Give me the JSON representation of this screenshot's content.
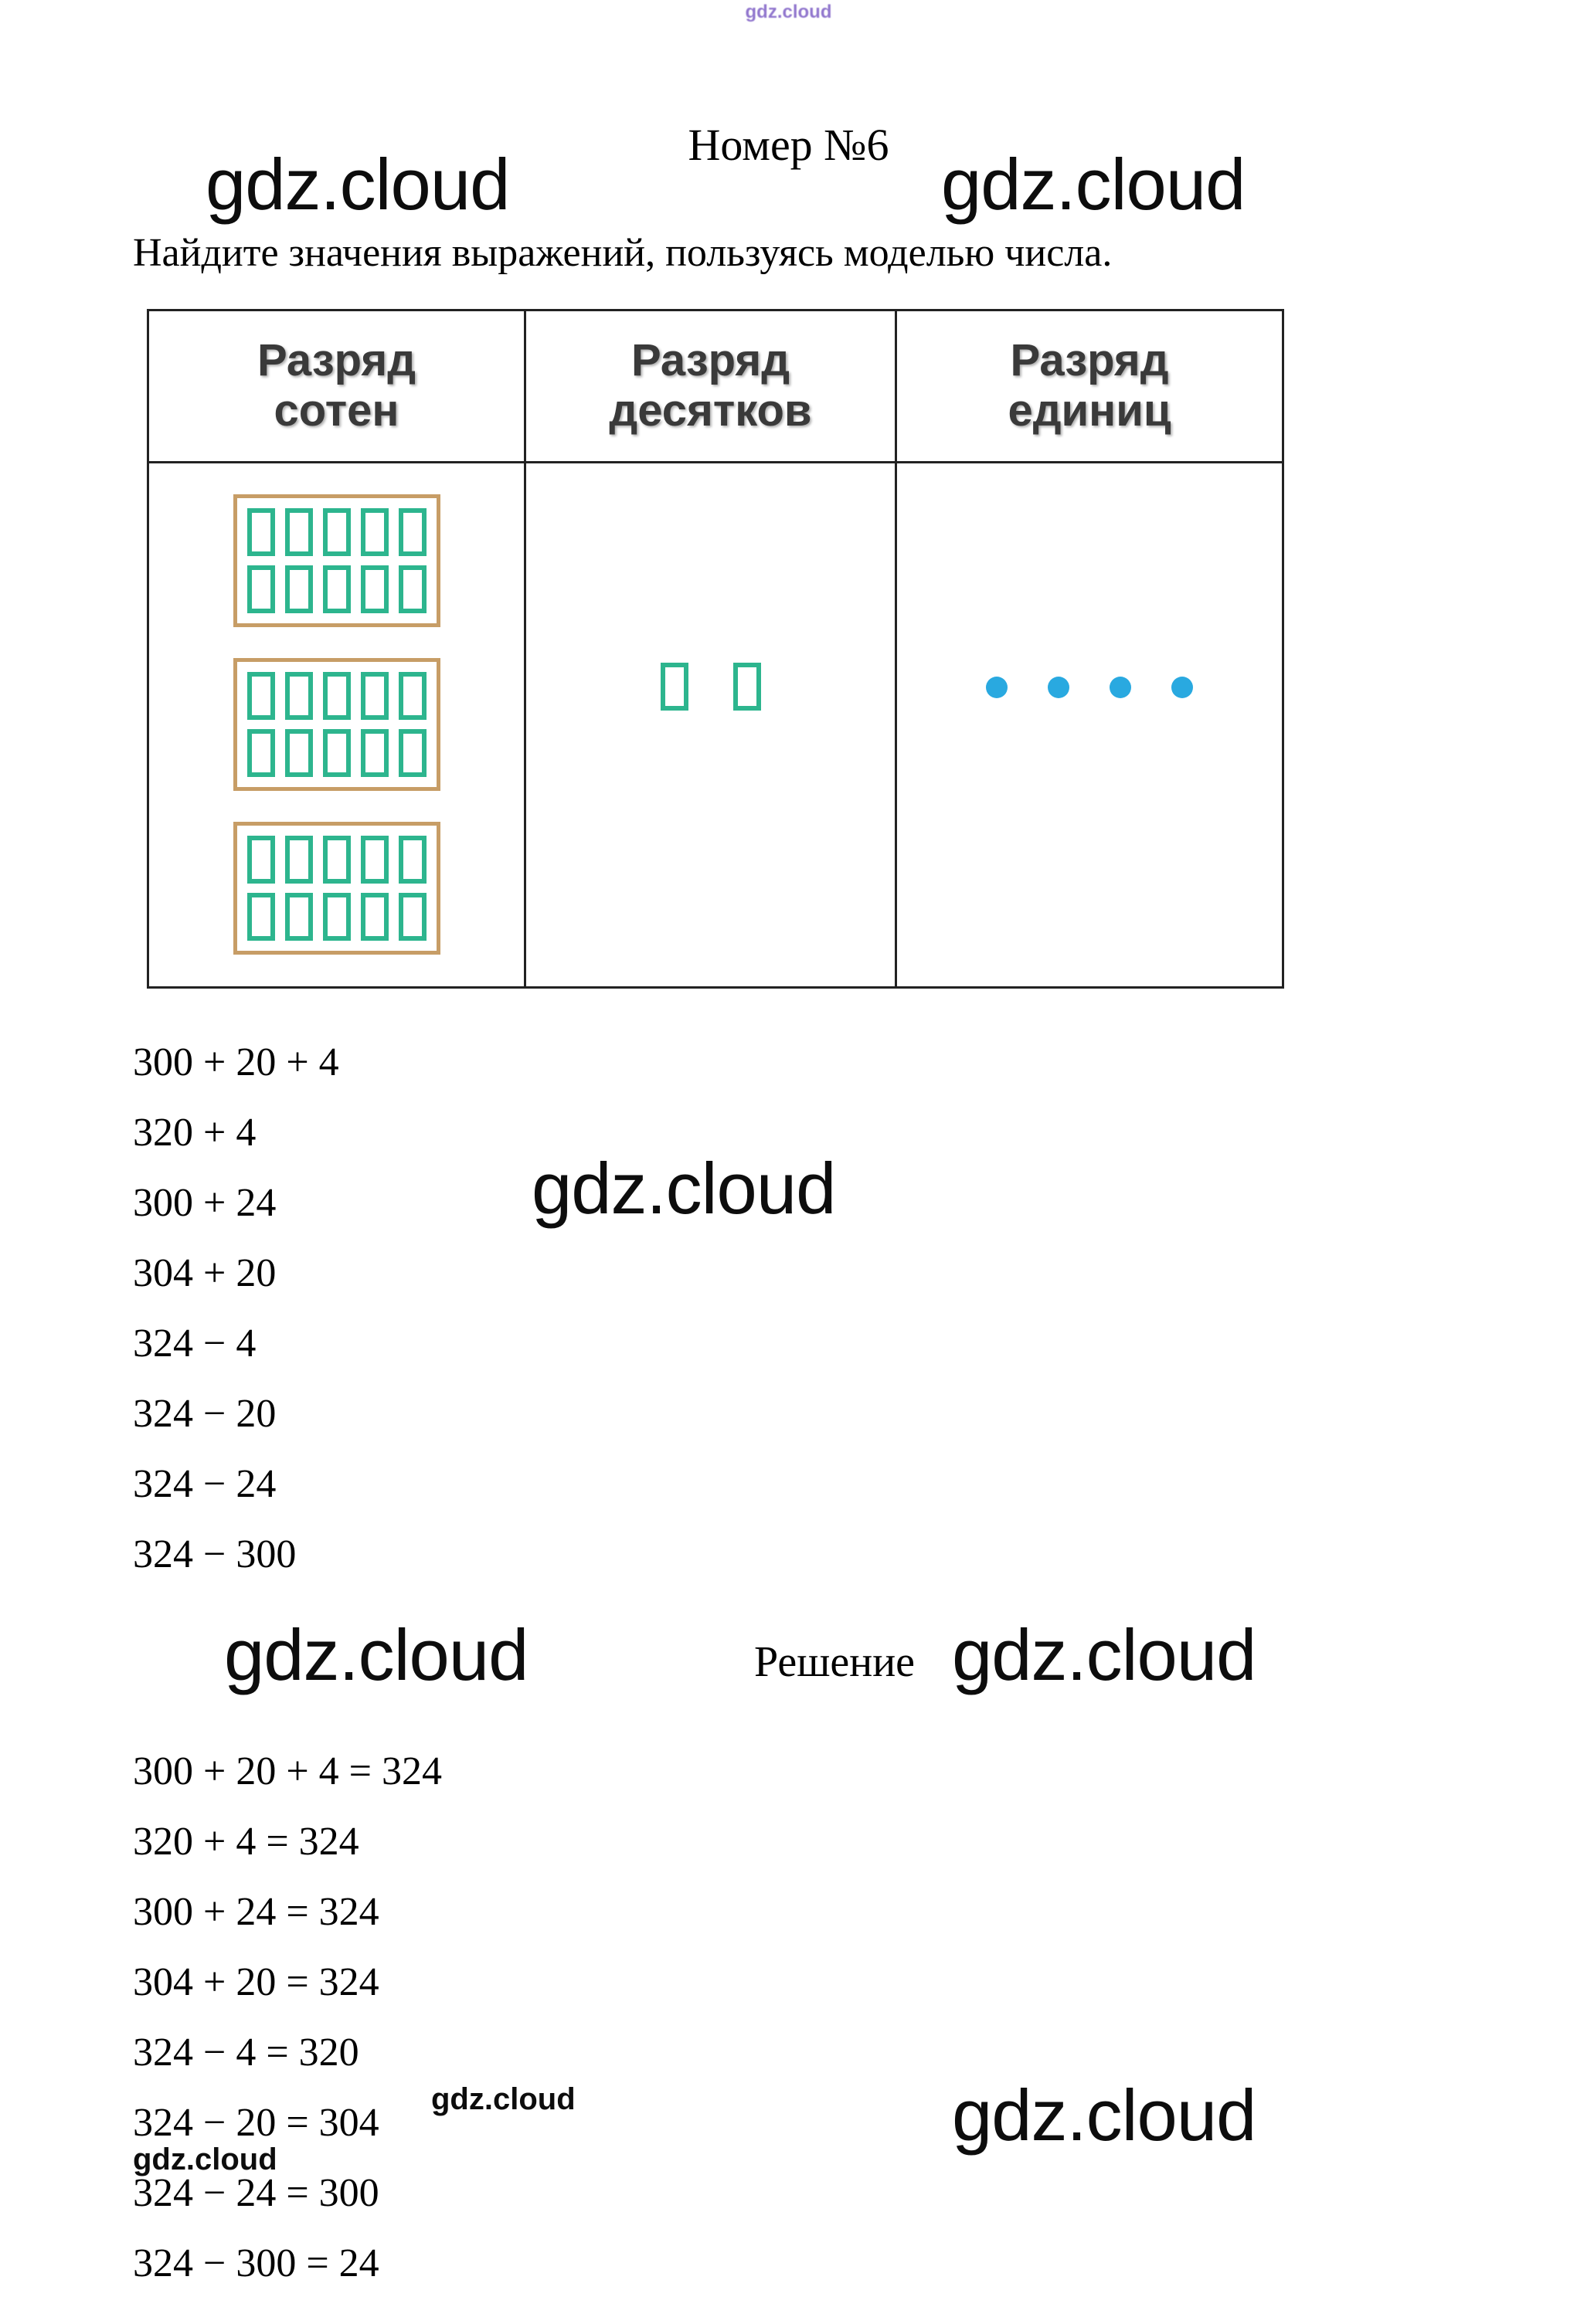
{
  "page": {
    "title": "Номер №6",
    "task": "Найдите значения выражений, пользуясь моделью числа.",
    "solution_heading": "Решение"
  },
  "watermarks": {
    "brand": "gdz.cloud"
  },
  "table": {
    "headers": [
      {
        "line1": "Разряд",
        "line2": "сотен"
      },
      {
        "line1": "Разряд",
        "line2": "десятков"
      },
      {
        "line1": "Разряд",
        "line2": "единиц"
      }
    ]
  },
  "model": {
    "hundreds_blocks": 3,
    "cells_per_block_rows": 2,
    "cells_per_block_cols": 5,
    "tens": 2,
    "ones": 4,
    "colors": {
      "cell_green": "#2db58e",
      "block_border": "#c79d66",
      "dot_blue": "#29a9e0",
      "watermark_purple": "#7e5fc5"
    }
  },
  "expressions": [
    "300 + 20 + 4",
    "320 + 4",
    "300 + 24",
    "304 + 20",
    "324 − 4",
    "324 − 20",
    "324 − 24",
    "324 − 300"
  ],
  "solutions": [
    "300 + 20 + 4 = 324",
    "320 + 4 = 324",
    "300 + 24 = 324",
    "304 + 20 = 324",
    "324 − 4 = 320",
    "324 − 20 = 304",
    "324 − 24 = 300",
    "324 − 300 = 24"
  ]
}
